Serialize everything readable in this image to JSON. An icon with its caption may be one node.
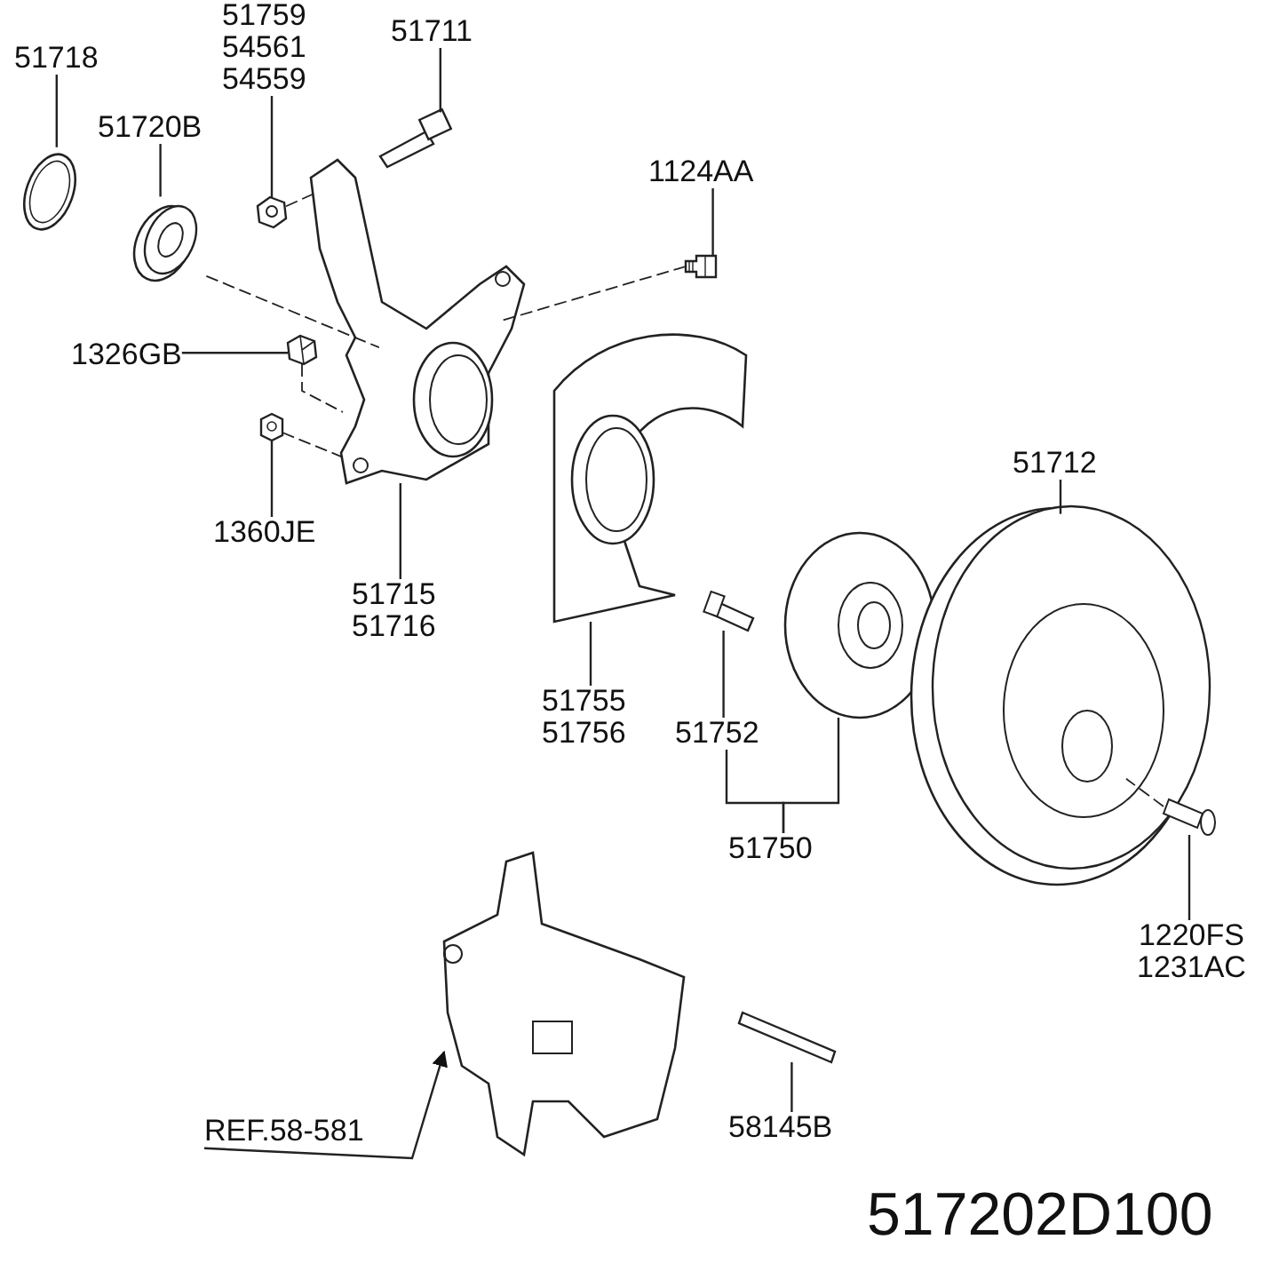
{
  "diagram": {
    "nodes": [
      {
        "text": [
          "51718"
        ]
      },
      {
        "text": [
          "51720B"
        ]
      },
      {
        "text": [
          "51759",
          "54561",
          "54559"
        ]
      },
      {
        "text": [
          "51711"
        ]
      },
      {
        "text": [
          "1124AA"
        ]
      },
      {
        "text": [
          "1326GB"
        ]
      },
      {
        "text": [
          "1360JE"
        ]
      },
      {
        "text": [
          "51715",
          "51716"
        ]
      },
      {
        "text": [
          "51755",
          "51756"
        ]
      },
      {
        "text": [
          "51752"
        ]
      },
      {
        "text": [
          "51750"
        ]
      },
      {
        "text": [
          "51712"
        ]
      },
      {
        "text": [
          "1220FS",
          "1231AC"
        ]
      },
      {
        "text": [
          "REF.58-581"
        ]
      },
      {
        "text": [
          "58145B"
        ]
      },
      {
        "text": [],
        "shape": "picture"
      },
      {
        "text": [],
        "shape": "picture"
      },
      {
        "text": [],
        "shape": "picture"
      },
      {
        "text": [],
        "shape": "picture"
      },
      {
        "text": [],
        "shape": "picture"
      },
      {
        "text": [],
        "shape": "picture"
      },
      {
        "text": [],
        "shape": "picture"
      },
      {
        "text": [],
        "shape": "picture"
      },
      {
        "text": [],
        "shape": "picture"
      },
      {
        "text": [],
        "shape": "picture"
      },
      {
        "text": [],
        "shape": "picture"
      },
      {
        "text": [],
        "shape": "picture"
      },
      {
        "text": [],
        "shape": "picture"
      },
      {
        "text": [],
        "shape": "picture"
      },
      {
        "text": [],
        "shape": "picture"
      }
    ],
    "edges": [
      {
        "from": 0,
        "to": 15,
        "arrow": "none"
      },
      {
        "from": 1,
        "to": 16,
        "arrow": "none"
      },
      {
        "from": 2,
        "to": 17,
        "arrow": "none"
      },
      {
        "from": 3,
        "to": 18,
        "arrow": "none"
      },
      {
        "from": 4,
        "to": 19,
        "arrow": "none"
      },
      {
        "from": 5,
        "to": 20,
        "arrow": "none"
      },
      {
        "from": 6,
        "to": 21,
        "arrow": "none"
      },
      {
        "from": 7,
        "to": 22,
        "arrow": "none"
      },
      {
        "from": 8,
        "to": 23,
        "arrow": "none"
      },
      {
        "from": 9,
        "to": 24,
        "arrow": "none"
      },
      {
        "from": 10,
        "to": 9,
        "arrow": "none"
      },
      {
        "from": 10,
        "to": 25,
        "arrow": "none"
      },
      {
        "from": 11,
        "to": 26,
        "arrow": "none"
      },
      {
        "from": 12,
        "to": 27,
        "arrow": "none"
      },
      {
        "from": 13,
        "to": 28,
        "arrow": "to"
      },
      {
        "from": 14,
        "to": 29,
        "arrow": "none"
      },
      {
        "from": 16,
        "to": 22,
        "arrow": "none",
        "style": "dashed"
      },
      {
        "from": 17,
        "to": 22,
        "arrow": "none",
        "style": "dashed"
      },
      {
        "from": 19,
        "to": 22,
        "arrow": "none",
        "style": "dashed"
      },
      {
        "from": 20,
        "to": 22,
        "arrow": "none",
        "style": "dashed"
      },
      {
        "from": 21,
        "to": 22,
        "arrow": "none",
        "style": "dashed"
      },
      {
        "from": 27,
        "to": 26,
        "arrow": "none",
        "style": "dashed"
      }
    ],
    "labels": [
      "517202D100"
    ]
  }
}
